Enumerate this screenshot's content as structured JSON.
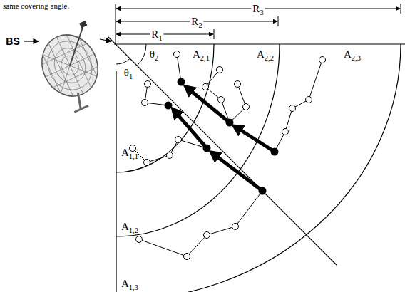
{
  "diagram": {
    "labels": [
      "same covering angle.",
      "BS",
      "R1",
      "R2",
      "R3",
      "θ1",
      "θ2",
      "A1,1",
      "A2,1",
      "A2,2",
      "A2,3",
      "A1,2",
      "A1,3"
    ]
  }
}
